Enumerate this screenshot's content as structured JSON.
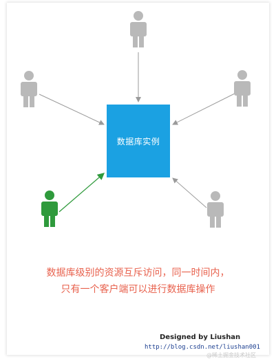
{
  "center": {
    "label": "数据库实例",
    "color": "#1ba1e2"
  },
  "users": {
    "inactive_color": "#b9b9b9",
    "active_color": "#2f9a3c"
  },
  "arrows": {
    "inactive_color": "#9a9a9a",
    "active_color": "#2f9a3c"
  },
  "caption": {
    "line1": "数据库级别的资源互斥访问，同一时间内，",
    "line2": "只有一个客户端可以进行数据库操作",
    "color": "#e8624e"
  },
  "footer": {
    "design": "Designed by Liushan",
    "url": "http://blog.csdn.net/liushan001",
    "watermark": "@稀土掘金技术社区"
  }
}
